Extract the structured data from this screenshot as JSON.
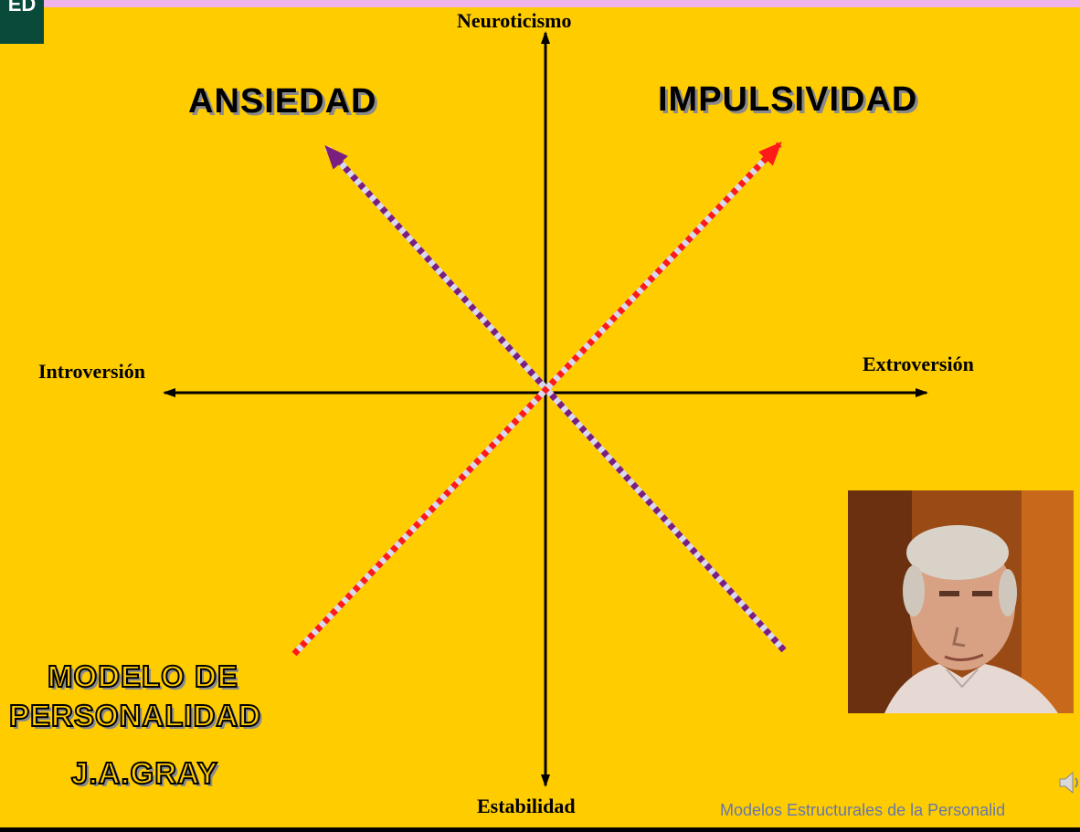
{
  "axes": {
    "top_label": "Neuroticismo",
    "bottom_label": "Estabilidad",
    "left_label": "Introversión",
    "right_label": "Extroversión"
  },
  "quadrants": {
    "upper_left": "ANSIEDAD",
    "upper_right": "IMPULSIVIDAD"
  },
  "model_title": {
    "line1": "MODELO DE",
    "line2": "PERSONALIDAD",
    "author": "J.A.GRAY"
  },
  "footer": {
    "text": "Modelos Estructurales de la Personalid"
  },
  "logo": {
    "text": "ED"
  },
  "icons": {
    "speaker": "speaker-icon",
    "photo": "portrait-photo"
  },
  "colors": {
    "background": "#ffcc00",
    "ansiedad_arrow": "#7a1f7f",
    "impulsividad_arrow": "#ff1a1a",
    "footer_text": "#6677aa"
  }
}
